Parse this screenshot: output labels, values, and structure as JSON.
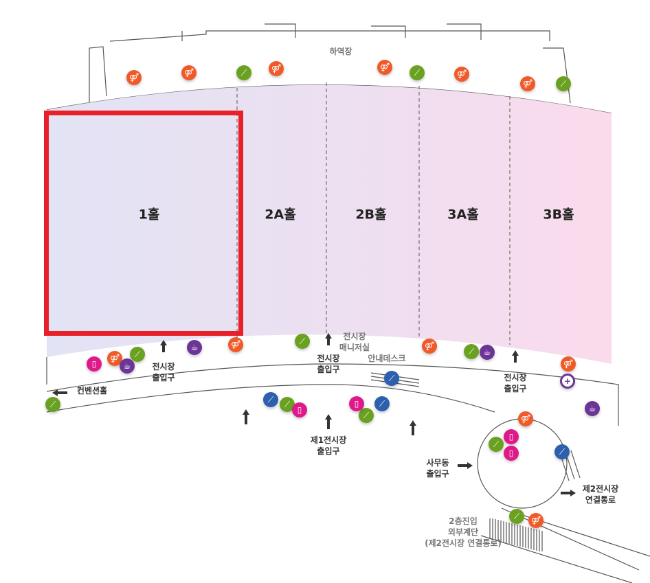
{
  "halls": [
    {
      "label": "1홀"
    },
    {
      "label": "2A홀"
    },
    {
      "label": "2B홀"
    },
    {
      "label": "3A홀"
    },
    {
      "label": "3B홀"
    }
  ],
  "selected_hall": "1홀",
  "labels": {
    "loading_dock": "하역장",
    "entrance_left": "전시장\n출입구",
    "entrance_center": "전시장\n출입구",
    "entrance_right": "전시장\n출입구",
    "manager_room": "전시장\n매니저실",
    "info_desk": "안내데스크",
    "convention_hall": "컨벤션홀",
    "hall1_entrance": "제1전시장\n출입구",
    "office_entrance": "사무동\n출입구",
    "hall2_passage": "제2전시장\n연결통로",
    "outer_stairs": "2층진입\n외부계단\n(제2전시장 연결통로)"
  },
  "colors": {
    "selection": "#e8202a",
    "restroom": "#f05a28",
    "stairs": "#6aa121",
    "elevator": "#e0198a",
    "cafe": "#6b3597",
    "escalator": "#2c5fad",
    "hall_left": "#e2e3f4",
    "hall_right": "#fadbec"
  },
  "icon_types": {
    "restroom": "restroom-icon",
    "stairs": "stairs-icon",
    "elevator": "elevator-icon",
    "cafe": "cafe-icon",
    "escalator": "escalator-icon",
    "first_aid": "first-aid-icon"
  }
}
